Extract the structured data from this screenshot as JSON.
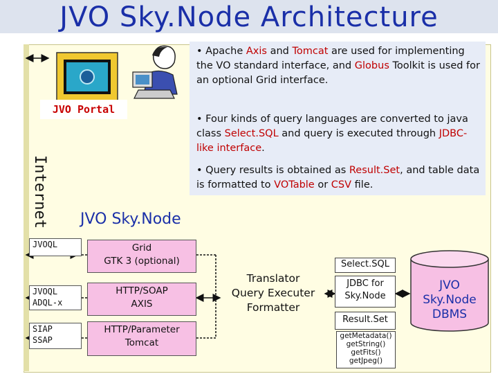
{
  "title": "JVO Sky.Node Architecture",
  "portal": {
    "label": "JVO Portal"
  },
  "internet": {
    "label": "Internet"
  },
  "bullets": [
    {
      "parts": [
        "• Apache ",
        "Axis",
        " and ",
        "Tomcat",
        " are used for implementing the VO standard interface, and ",
        "Globus",
        " Toolkit is used for an optional Grid interface."
      ]
    },
    {
      "parts": [
        "• Four kinds of query languages are converted to java class ",
        "Select.SQL",
        " and query is executed through ",
        "JDBC-like interface",
        "."
      ]
    },
    {
      "parts": [
        "• Query results is obtained as ",
        "Result.Set",
        ", and table data is formatted to ",
        "VOTable",
        " or ",
        "CSV",
        " file."
      ]
    }
  ],
  "skynode": {
    "title": "JVO Sky.Node",
    "protocols": [
      {
        "line1": "JVOQL",
        "line2": ""
      },
      {
        "line1": "JVOQL",
        "line2": "ADQL-x"
      },
      {
        "line1": "SIAP",
        "line2": "SSAP"
      }
    ],
    "layers": [
      {
        "line1": "Grid",
        "line2": "GTK 3 (optional)"
      },
      {
        "line1": "HTTP/SOAP",
        "line2": "AXIS"
      },
      {
        "line1": "HTTP/Parameter",
        "line2": "Tomcat"
      }
    ],
    "translator": {
      "line1": "Translator",
      "line2": "Query Executer",
      "line3": "Formatter"
    },
    "select_sql": "Select.SQL",
    "jdbc": {
      "line1": "JDBC for",
      "line2": "Sky.Node"
    },
    "result_set": "Result.Set",
    "methods": [
      "getMetadata()",
      "getString()",
      "getFits()",
      "getJpeg()"
    ],
    "dbms": {
      "line1": "JVO",
      "line2": "Sky.Node",
      "line3": "DBMS"
    }
  },
  "colors": {
    "title": "#1a2fa8",
    "highlight": "#c00000",
    "layer_fill": "#f7c0e4",
    "db_fill": "#f7c0e4"
  },
  "icons": [
    "computer-monitor-icon",
    "person-at-computer-icon"
  ]
}
